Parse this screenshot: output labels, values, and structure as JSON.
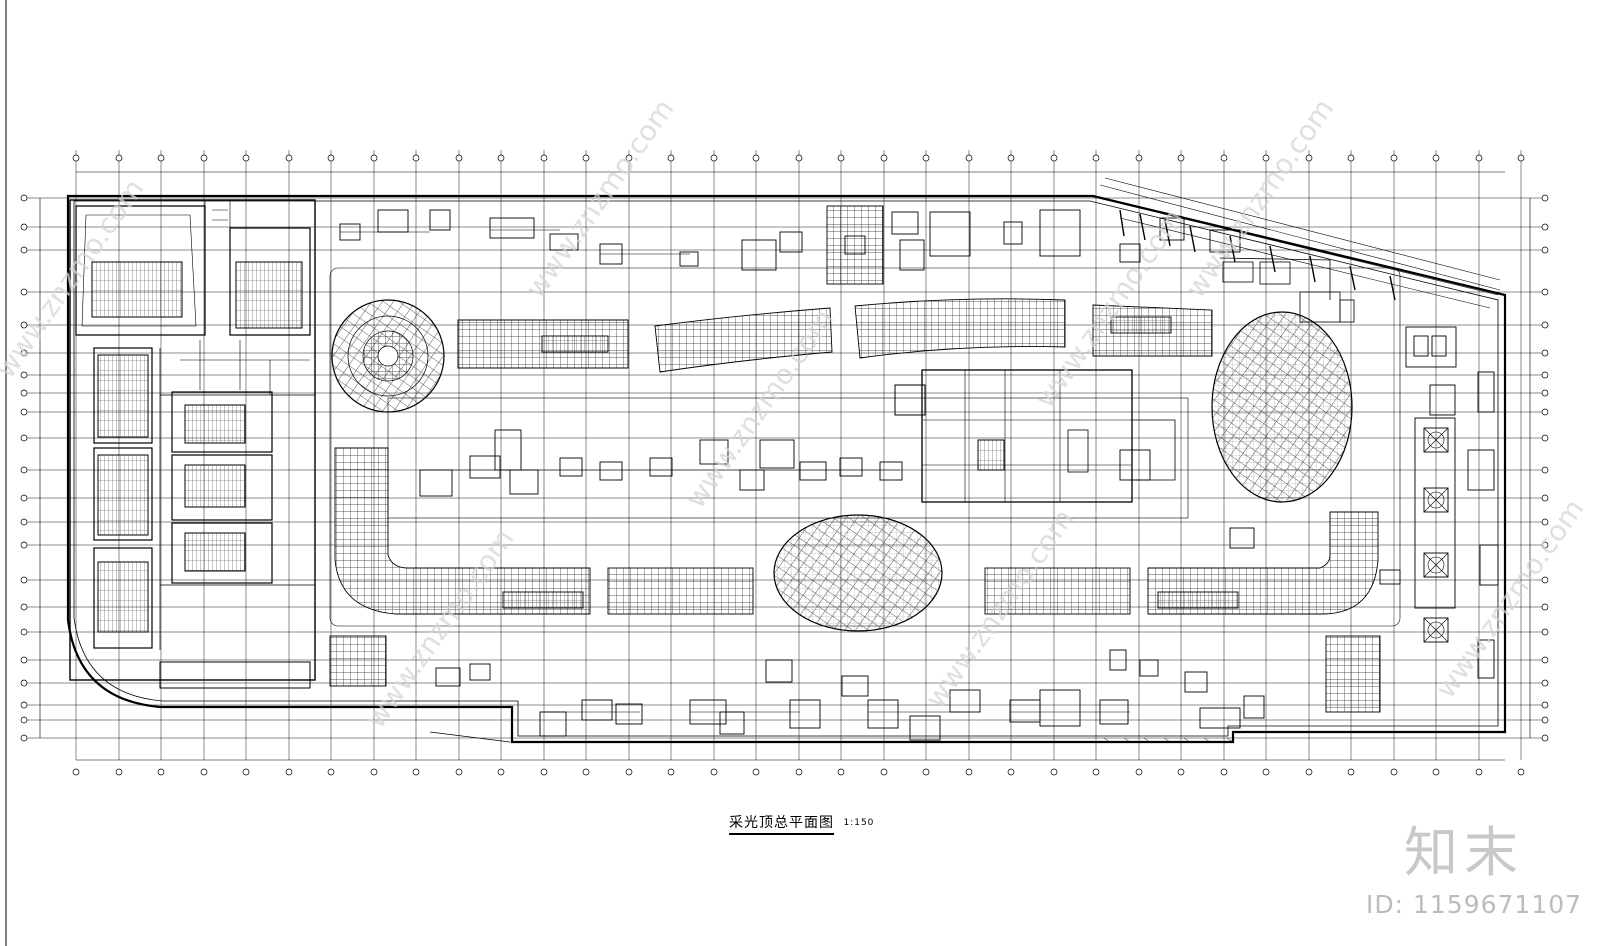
{
  "drawing": {
    "title": "采光顶总平面图",
    "scale": "1:150"
  },
  "watermark": {
    "brand": "知末",
    "id_text": "ID: 1159671107",
    "diagonal_text": "www.znzmo.com"
  },
  "colors": {
    "line": "#000000",
    "hatch": "#4a4a4a",
    "watermark": "#c8c8c8"
  }
}
